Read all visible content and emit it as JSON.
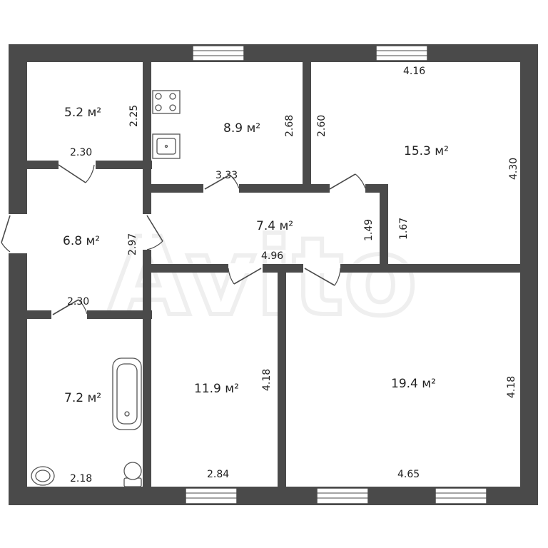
{
  "watermark": "Avito",
  "rooms": {
    "small_room": {
      "area": "5.2 м²",
      "height_dim": "2.25",
      "width_dim": "2.30"
    },
    "kitchen": {
      "area": "8.9 м²",
      "height_dim": "2.68",
      "width_dim": "3.33"
    },
    "bedroom_top_right": {
      "area": "15.3 м²",
      "width_dim": "4.16",
      "height_dim": "4.30",
      "left_dim": "2.60"
    },
    "hall_small": {
      "area": "6.8 м²",
      "height_dim": "2.97",
      "bottom_dim": "2.30"
    },
    "corridor": {
      "area": "7.4 м²",
      "right_dim": "1.49",
      "bottom_dim": "4.96",
      "side_dim": "1.67"
    },
    "bathroom": {
      "area": "7.2 м²",
      "width_dim": "2.18"
    },
    "room_middle": {
      "area": "11.9 м²",
      "height_dim": "4.18",
      "width_dim": "2.84"
    },
    "living_room": {
      "area": "19.4 м²",
      "height_dim": "4.18",
      "width_dim": "4.65"
    }
  },
  "colors": {
    "wall": "#4a4a4a",
    "background": "#ffffff"
  }
}
